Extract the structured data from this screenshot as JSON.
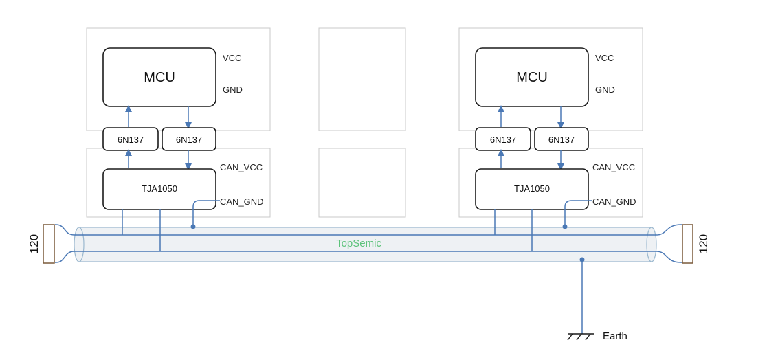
{
  "nodes": [
    {
      "mcu": "MCU",
      "vcc": "VCC",
      "gnd": "GND",
      "opto_left": "6N137",
      "opto_right": "6N137",
      "transceiver": "TJA1050",
      "can_vcc": "CAN_VCC",
      "can_gnd": "CAN_GND"
    },
    {
      "mcu": "MCU",
      "vcc": "VCC",
      "gnd": "GND",
      "opto_left": "6N137",
      "opto_right": "6N137",
      "transceiver": "TJA1050",
      "can_vcc": "CAN_VCC",
      "can_gnd": "CAN_GND"
    }
  ],
  "bus": {
    "label": "TopSemic"
  },
  "terminators": {
    "left": "120",
    "right": "120"
  },
  "earth": {
    "label": "Earth"
  },
  "colors": {
    "wire": "#4a78b5",
    "box_border": "#c8c8c8",
    "block_border": "#1a1a1a",
    "cable_fill": "#eef1f4",
    "cable_border": "#9bb8cf",
    "brand_text": "#5cc27a",
    "resistor_fill": "#ffffff",
    "resistor_border": "#7a5a3a"
  }
}
